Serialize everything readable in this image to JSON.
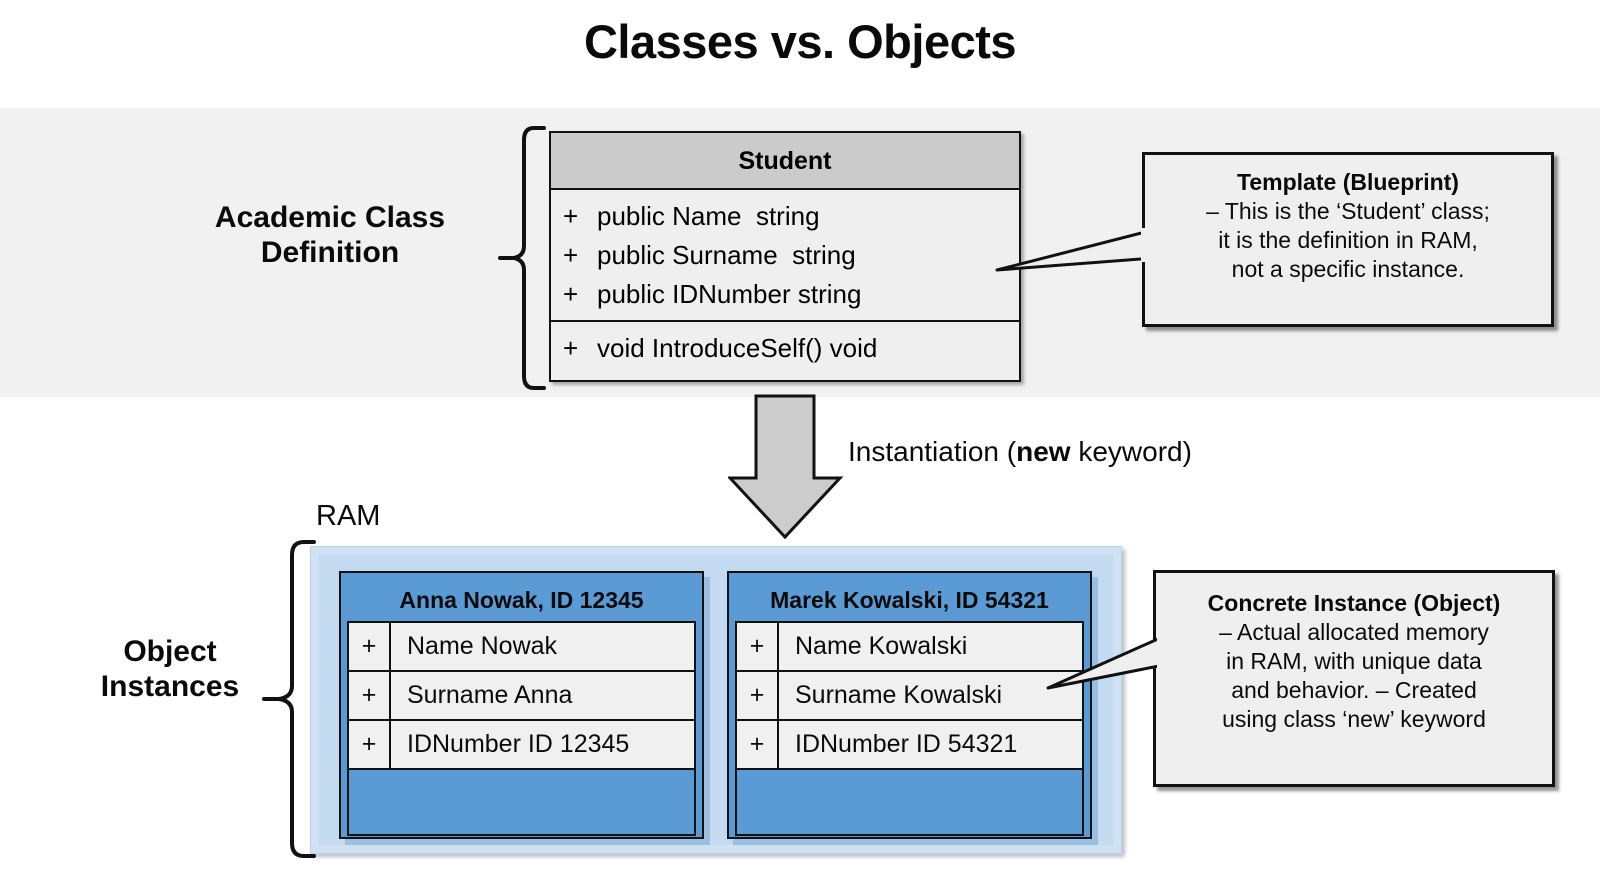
{
  "title": "Classes vs. Objects",
  "sections": {
    "class_label": "Academic Class\nDefinition",
    "class_label_line1": "Academic Class",
    "class_label_line2": "Definition",
    "objects_label_line1": "Object",
    "objects_label_line2": "Instances",
    "ram_label": "RAM"
  },
  "uml_class": {
    "name": "Student",
    "attributes": [
      {
        "visibility": "+",
        "signature": "public Name  string"
      },
      {
        "visibility": "+",
        "signature": "public Surname  string"
      },
      {
        "visibility": "+",
        "signature": "public IDNumber string"
      }
    ],
    "operations": [
      {
        "visibility": "+",
        "signature": "void IntroduceSelf() void"
      }
    ]
  },
  "instantiation": {
    "text_before": "Instantiation (",
    "keyword": "new",
    "text_after": " keyword)"
  },
  "callouts": {
    "class": {
      "title": "Template (Blueprint)",
      "line1": "– This is the ‘Student’ class;",
      "line2": "it is the definition in RAM,",
      "line3": "not a specific instance."
    },
    "object": {
      "title": "Concrete Instance (Object)",
      "line1": "– Actual allocated memory",
      "line2": "in RAM, with unique data",
      "line3": "and behavior.  – Created",
      "line4": "using class ‘new’ keyword"
    }
  },
  "objects": [
    {
      "header": "Anna Nowak, ID 12345",
      "rows": [
        {
          "visibility": "+",
          "label": "Name Nowak"
        },
        {
          "visibility": "+",
          "label": "Surname Anna"
        },
        {
          "visibility": "+",
          "label": "IDNumber ID 12345"
        }
      ]
    },
    {
      "header": "Marek Kowalski, ID 54321",
      "rows": [
        {
          "visibility": "+",
          "label": "Name Kowalski"
        },
        {
          "visibility": "+",
          "label": "Surname Kowalski"
        },
        {
          "visibility": "+",
          "label": "IDNumber ID 54321"
        }
      ]
    }
  ],
  "colors": {
    "band_gray": "#f1f1f1",
    "class_header_gray": "#cbcbcb",
    "class_body_gray": "#efefef",
    "object_blue": "#5b9bd5",
    "ram_light_blue": "#c3daf0",
    "outline": "#111111",
    "arrow_gray": "#cccccc"
  }
}
